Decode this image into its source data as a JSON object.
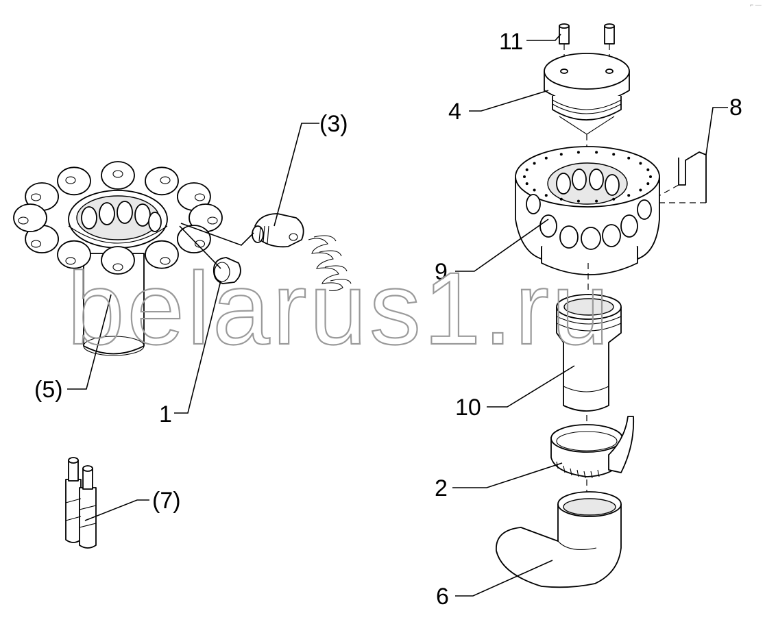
{
  "diagram": {
    "callouts": [
      {
        "id": "11",
        "text": "11"
      },
      {
        "id": "4",
        "text": "4"
      },
      {
        "id": "8",
        "text": "8"
      },
      {
        "id": "3",
        "text": "(3)"
      },
      {
        "id": "9",
        "text": "9"
      },
      {
        "id": "5",
        "text": "(5)"
      },
      {
        "id": "1",
        "text": "1"
      },
      {
        "id": "10",
        "text": "10"
      },
      {
        "id": "7",
        "text": "(7)"
      },
      {
        "id": "2",
        "text": "2"
      },
      {
        "id": "6",
        "text": "6"
      }
    ],
    "watermark": "belarus1.ru",
    "corner_mark": "⌐ —"
  }
}
